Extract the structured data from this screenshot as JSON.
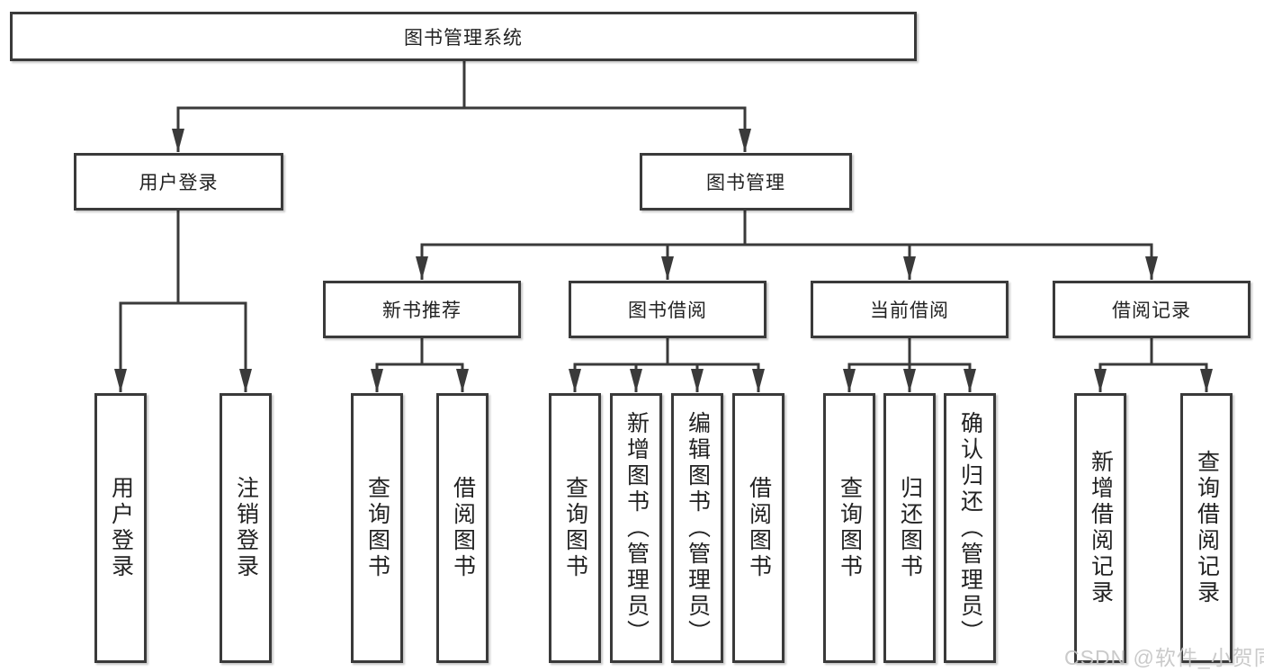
{
  "tree": {
    "root": "图书管理系统",
    "children": [
      {
        "label": "用户登录",
        "children": [
          {
            "label": "用户登录"
          },
          {
            "label": "注销登录"
          }
        ]
      },
      {
        "label": "图书管理",
        "children": [
          {
            "label": "新书推荐",
            "children": [
              {
                "label": "查询图书"
              },
              {
                "label": "借阅图书"
              }
            ]
          },
          {
            "label": "图书借阅",
            "children": [
              {
                "label": "查询图书"
              },
              {
                "label": "新增图书（管理员）"
              },
              {
                "label": "编辑图书（管理员）"
              },
              {
                "label": "借阅图书"
              }
            ]
          },
          {
            "label": "当前借阅",
            "children": [
              {
                "label": "查询图书"
              },
              {
                "label": "归还图书"
              },
              {
                "label": "确认归还（管理员）"
              }
            ]
          },
          {
            "label": "借阅记录",
            "children": [
              {
                "label": "新增借阅记录"
              },
              {
                "label": "查询借阅记录"
              }
            ]
          }
        ]
      }
    ]
  },
  "watermark": {
    "text": "CSDN @软件_小贺同学"
  },
  "colors": {
    "background": "#ffffff",
    "box_fill": "#ffffff",
    "box_border": "#3a3a3a",
    "line": "#3a3a3a",
    "text": "#222222",
    "watermark": "#c6c6c6"
  }
}
